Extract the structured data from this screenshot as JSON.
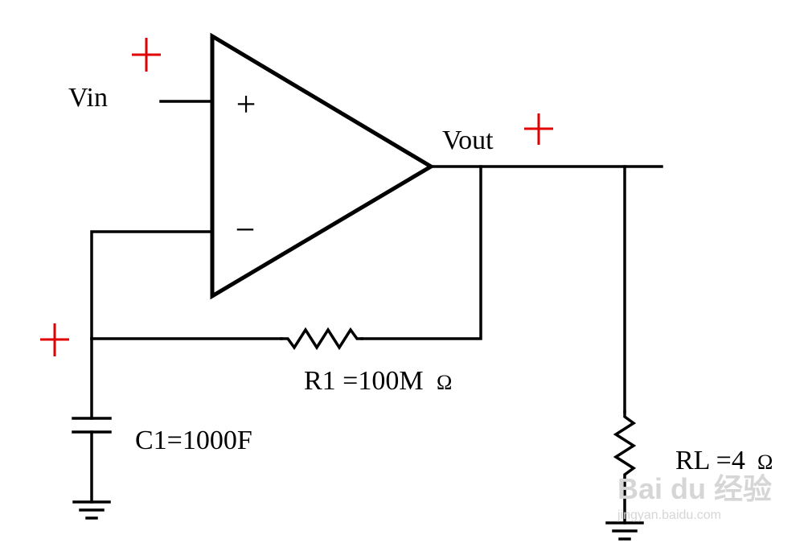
{
  "diagram": {
    "labels": {
      "vin": "Vin",
      "vout": "Vout",
      "r1": "R1 =100M",
      "r1_unit": "Ω",
      "c1": "C1=1000F",
      "rl": "RL =4",
      "rl_unit": "Ω"
    },
    "opamp_pins": {
      "noninverting": "+",
      "inverting": "−"
    },
    "polarity_mark": "+",
    "colors": {
      "wire": "#000000",
      "polarity": "#e00000",
      "watermark": "#d6d6d6"
    }
  },
  "watermark": {
    "logo": "Bai du 经验",
    "url": "jingyan.baidu.com"
  }
}
